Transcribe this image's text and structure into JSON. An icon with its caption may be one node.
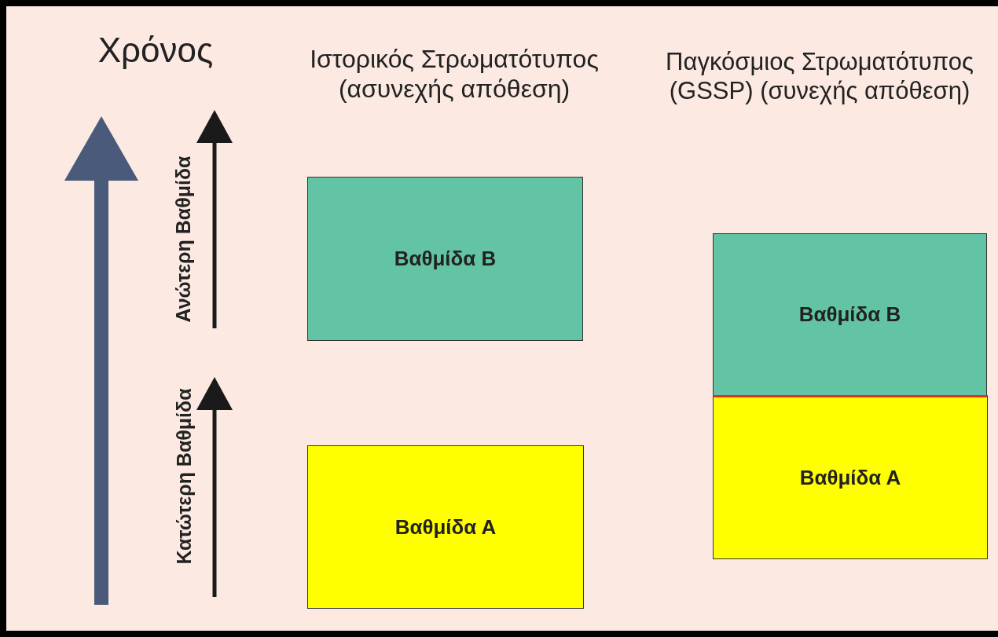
{
  "diagram": {
    "nodes": [
      {
        "text": [
          "Βαθμίδα Β"
        ]
      },
      {
        "text": [
          "Βαθμίδα Α"
        ]
      },
      {
        "text": [
          "Βαθμίδα Β"
        ]
      },
      {
        "text": [
          "Βαθμίδα Α"
        ]
      }
    ],
    "labels": [
      "Χρόνος",
      "Ιστορικός Στρωματότυπος (ασυνεχής απόθεση)",
      "Παγκόσμιος Στρωματότυπος (GSSP) (συνεχής απόθεση)",
      "Ανώτερη Βαθμίδα",
      "Κατώτερη Βαθμίδα"
    ]
  }
}
